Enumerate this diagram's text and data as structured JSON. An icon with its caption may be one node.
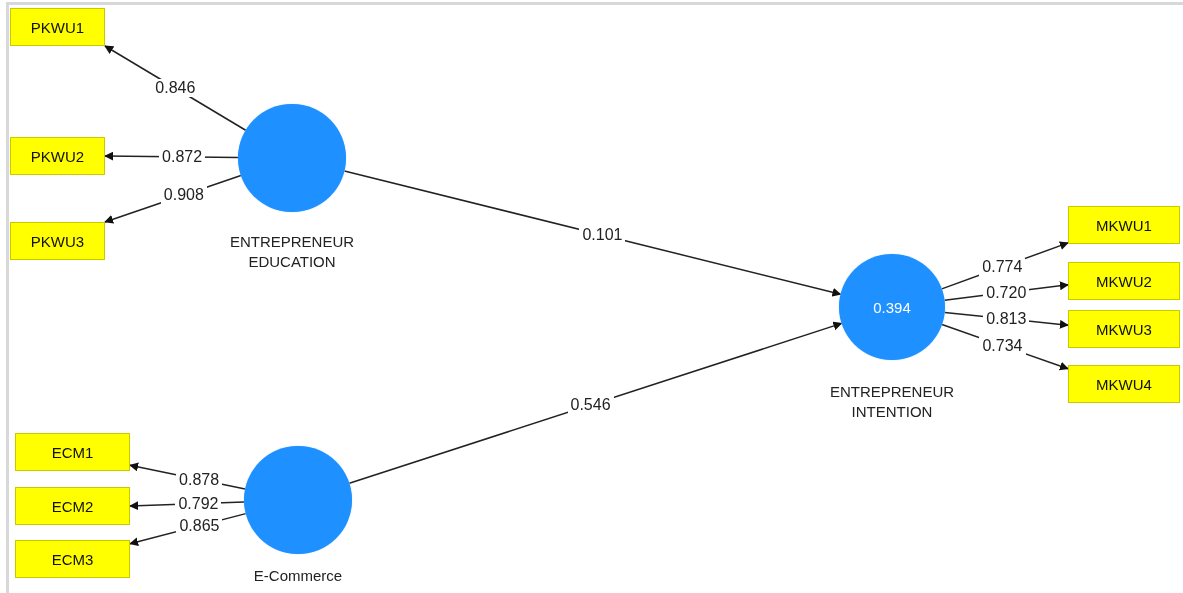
{
  "diagram": {
    "nodes": [
      {
        "text": [
          "PKWU1"
        ]
      },
      {
        "text": [
          "ENTREPRENEUR EDUCATION"
        ]
      },
      {
        "text": [
          "PKWU2"
        ]
      },
      {
        "text": [
          "PKWU3"
        ]
      },
      {
        "text": [
          "MKWU1"
        ]
      },
      {
        "text": [
          "MKWU2"
        ]
      },
      {
        "text": [
          "0.394",
          "ENTREPRENEUR INTENTION"
        ]
      },
      {
        "text": [
          "MKWU3"
        ]
      },
      {
        "text": [
          "MKWU4"
        ]
      },
      {
        "text": [
          "ECM1"
        ]
      },
      {
        "text": [
          "ECM2"
        ]
      },
      {
        "text": [
          "ECM3"
        ]
      },
      {
        "text": [
          "E-Commerce"
        ]
      }
    ],
    "edges": [
      {
        "from": 1,
        "to": 0,
        "arrow": "to",
        "label": "0.846"
      },
      {
        "from": 1,
        "to": 2,
        "arrow": "to",
        "label": "0.872"
      },
      {
        "from": 1,
        "to": 3,
        "arrow": "to",
        "label": "0.908"
      },
      {
        "from": 1,
        "to": 6,
        "arrow": "to",
        "label": "0.101"
      },
      {
        "from": 12,
        "to": 6,
        "arrow": "to",
        "label": "0.546"
      },
      {
        "from": 6,
        "to": 4,
        "arrow": "to",
        "label": "0.774"
      },
      {
        "from": 6,
        "to": 5,
        "arrow": "to",
        "label": "0.720"
      },
      {
        "from": 6,
        "to": 7,
        "arrow": "to",
        "label": "0.813"
      },
      {
        "from": 6,
        "to": 8,
        "arrow": "to",
        "label": "0.734"
      },
      {
        "from": 12,
        "to": 9,
        "arrow": "to",
        "label": "0.878"
      },
      {
        "from": 12,
        "to": 10,
        "arrow": "to",
        "label": "0.792"
      },
      {
        "from": 12,
        "to": 11,
        "arrow": "to",
        "label": "0.865"
      }
    ]
  }
}
